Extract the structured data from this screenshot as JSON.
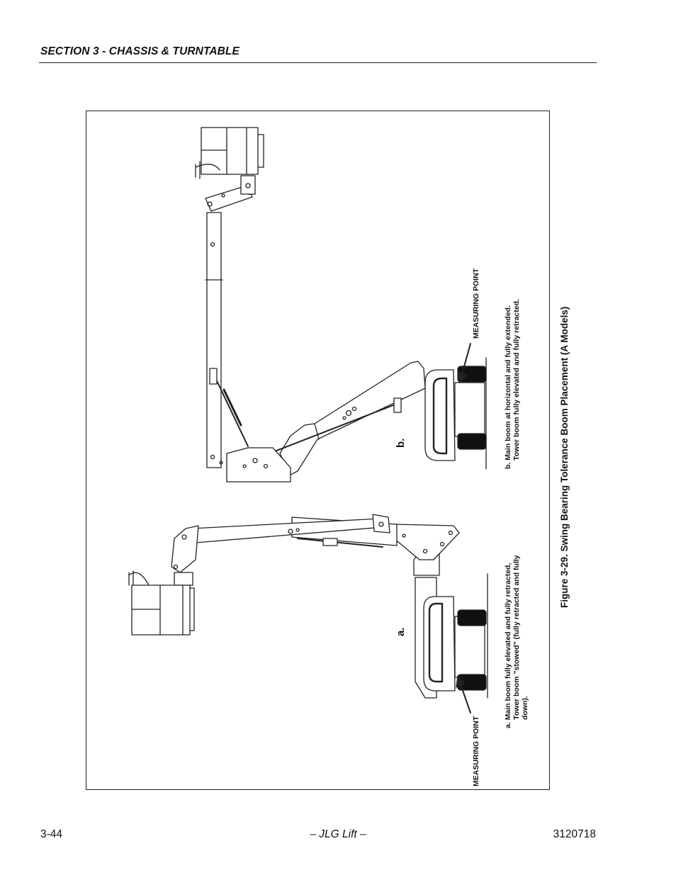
{
  "header": {
    "section_title": "SECTION 3 - CHASSIS & TURNTABLE"
  },
  "figure": {
    "caption": "Figure 3-29.  Swing Bearing Tolerance Boom Placement (A Models)",
    "panel_a": {
      "letter": "a.",
      "measuring_label": "MEASURING POINT",
      "description_lines": [
        "a. Main boom fully elevated and fully retracted,",
        "    Tower boom \"stowed\" (fully retracted and fully",
        "    down)."
      ]
    },
    "panel_b": {
      "letter": "b.",
      "measuring_label": "MEASURING POINT",
      "description_lines": [
        "b. Main boom at horizontal and fully extended.",
        "    Tower boom fully elevated and fully retracted."
      ]
    }
  },
  "footer": {
    "page_number": "3-44",
    "center_text": "– JLG Lift –",
    "doc_number": "3120718"
  }
}
